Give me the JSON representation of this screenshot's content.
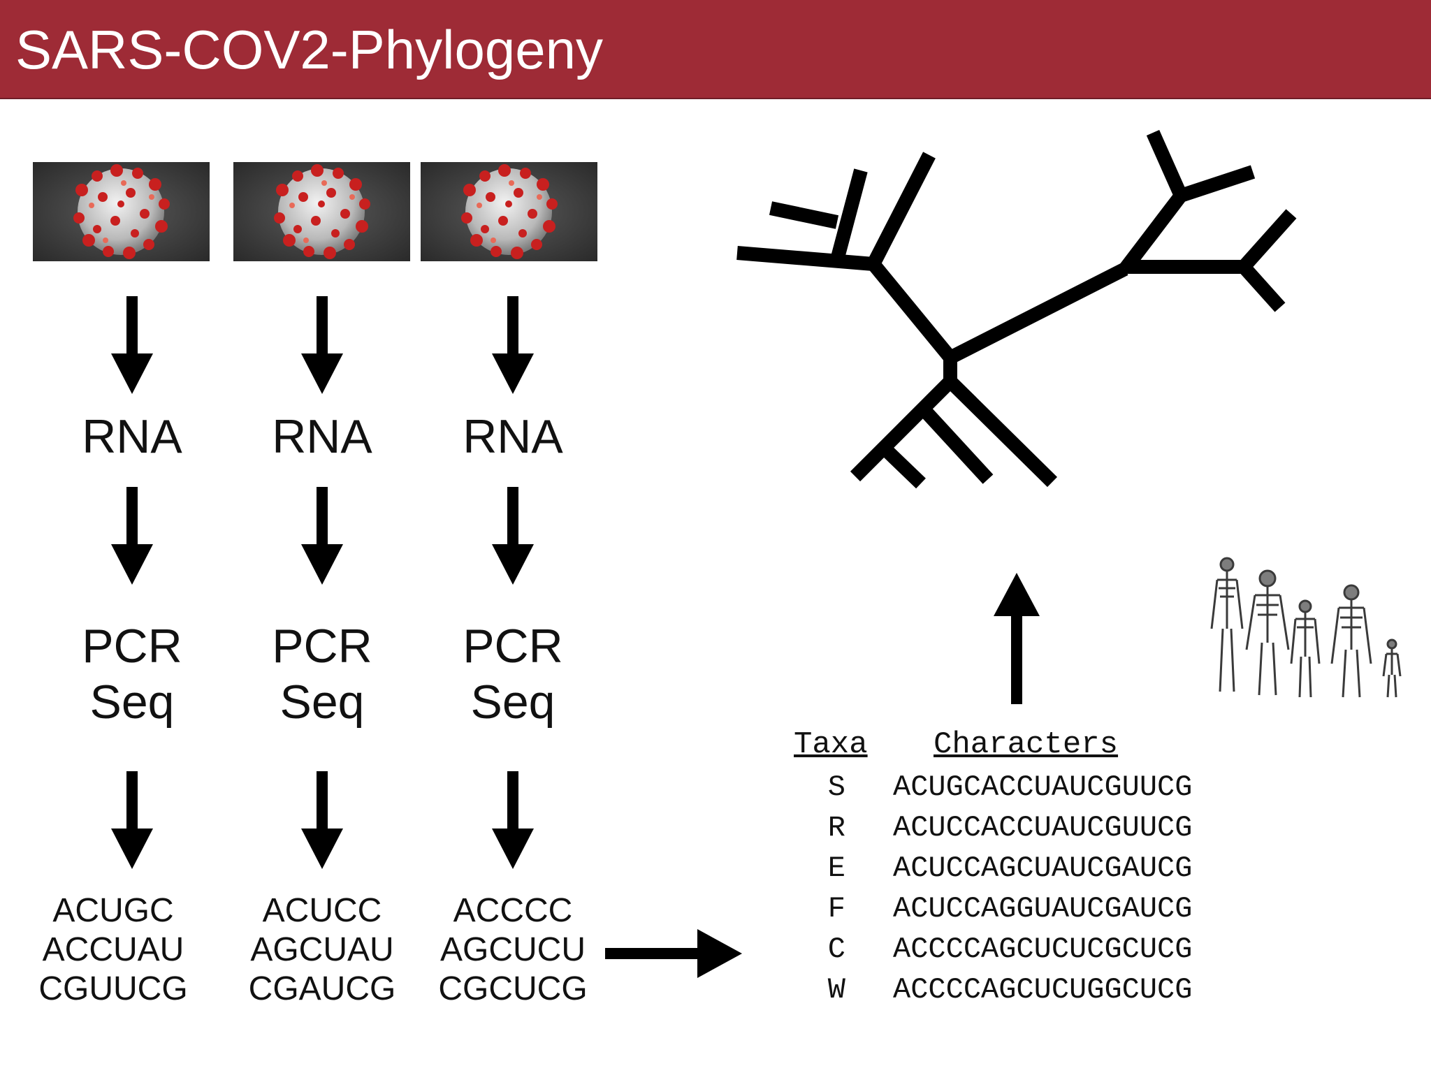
{
  "header": {
    "title": "SARS-COV2-Phylogeny"
  },
  "columns": [
    {
      "step1": "RNA",
      "step2_line1": "PCR",
      "step2_line2": "Seq",
      "seq_lines": [
        "ACUGC",
        "ACCUAU",
        "CGUUCG"
      ]
    },
    {
      "step1": "RNA",
      "step2_line1": "PCR",
      "step2_line2": "Seq",
      "seq_lines": [
        "ACUCC",
        "AGCUAU",
        "CGAUCG"
      ]
    },
    {
      "step1": "RNA",
      "step2_line1": "PCR",
      "step2_line2": "Seq",
      "seq_lines": [
        "ACCCC",
        "AGCUCU",
        "CGCUCG"
      ]
    }
  ],
  "table": {
    "taxa_header": "Taxa",
    "characters_header": "Characters",
    "rows": [
      {
        "taxon": "S",
        "characters": "ACUGCACCUAUCGUUCG"
      },
      {
        "taxon": "R",
        "characters": "ACUCCACCUAUCGUUCG"
      },
      {
        "taxon": "E",
        "characters": "ACUCCAGCUAUCGAUCG"
      },
      {
        "taxon": "F",
        "characters": "ACUCCAGGUAUCGAUCG"
      },
      {
        "taxon": "C",
        "characters": "ACCCCAGCUCUCGCUCG"
      },
      {
        "taxon": "W",
        "characters": "ACCCCAGCUCUGGCUCG"
      }
    ]
  },
  "colors": {
    "header_bg": "#9e2b36",
    "title_text": "#ffffff",
    "ink": "#000000"
  },
  "icons": [
    "coronavirus-image",
    "down-arrow-icon",
    "right-arrow-icon",
    "up-arrow-icon",
    "phylogenetic-tree",
    "primate-skeletons-image"
  ]
}
